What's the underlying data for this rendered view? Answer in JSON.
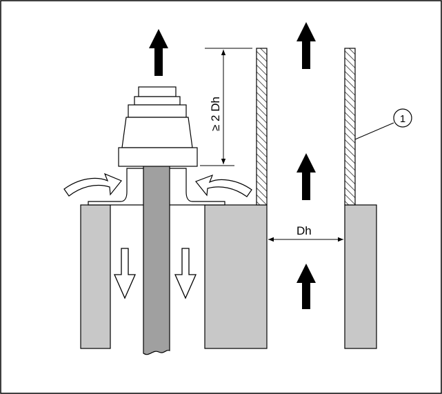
{
  "labels": {
    "height_dimension": "≥ 2 Dh",
    "width_dimension": "Dh",
    "callout_number": "1"
  },
  "colors": {
    "wall_fill": "#c8c8c8",
    "pipe_fill": "#a0a0a0",
    "outline": "#000000",
    "hatch": "#555555",
    "flow_arrow": "#000000",
    "flow_down_arrow": "#ffffff",
    "background": "#ffffff"
  }
}
